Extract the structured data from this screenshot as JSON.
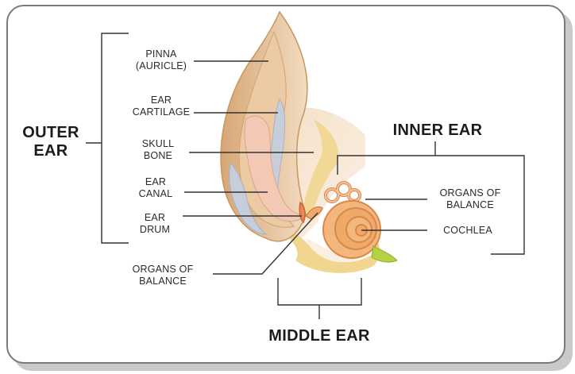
{
  "labels": {
    "outer_ear": [
      "OUTER",
      "EAR"
    ],
    "inner_ear": "INNER EAR",
    "middle_ear": "MIDDLE EAR",
    "pinna": [
      "PINNA",
      "(AURICLE)"
    ],
    "ear_cartilage": [
      "EAR",
      "CARTILAGE"
    ],
    "skull_bone": [
      "SKULL",
      "BONE"
    ],
    "ear_canal": [
      "EAR",
      "CANAL"
    ],
    "ear_drum": [
      "EAR",
      "DRUM"
    ],
    "organs_balance_left": [
      "ORGANS OF",
      "BALANCE"
    ],
    "organs_balance_right": [
      "ORGANS OF",
      "BALANCE"
    ],
    "cochlea": "COCHLEA"
  },
  "colors": {
    "skin": "#e8c9a1",
    "skin_dark": "#d2a675",
    "cartilage": "#c7cedb",
    "canal": "#f0c8b4",
    "bone": "#f1d68f",
    "cochlea": "#f0a96a",
    "nerve": "#b5d244",
    "line": "#333333"
  }
}
